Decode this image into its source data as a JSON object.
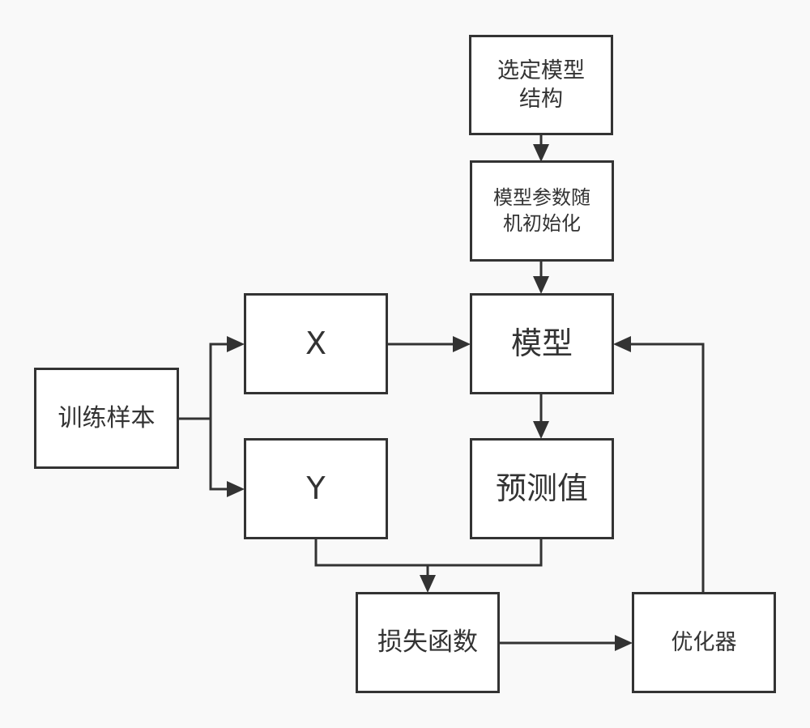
{
  "diagram": {
    "colors": {
      "background": "#f9f9f9",
      "stroke": "#333333",
      "box_fill": "#ffffff"
    },
    "nodes": {
      "select_structure": {
        "label": "选定模型\n结构"
      },
      "param_init": {
        "label": "模型参数随\n机初始化"
      },
      "training_samples": {
        "label": "训练样本"
      },
      "x": {
        "label": "X"
      },
      "y": {
        "label": "Y"
      },
      "model": {
        "label": "模型"
      },
      "prediction": {
        "label": "预测值"
      },
      "loss": {
        "label": "损失函数"
      },
      "optimizer": {
        "label": "优化器"
      }
    },
    "edges": [
      {
        "from": "select_structure",
        "to": "param_init"
      },
      {
        "from": "param_init",
        "to": "model"
      },
      {
        "from": "training_samples",
        "to": "x"
      },
      {
        "from": "training_samples",
        "to": "y"
      },
      {
        "from": "x",
        "to": "model"
      },
      {
        "from": "model",
        "to": "prediction"
      },
      {
        "from": "y",
        "to": "loss"
      },
      {
        "from": "prediction",
        "to": "loss"
      },
      {
        "from": "loss",
        "to": "optimizer"
      },
      {
        "from": "optimizer",
        "to": "model"
      }
    ]
  }
}
